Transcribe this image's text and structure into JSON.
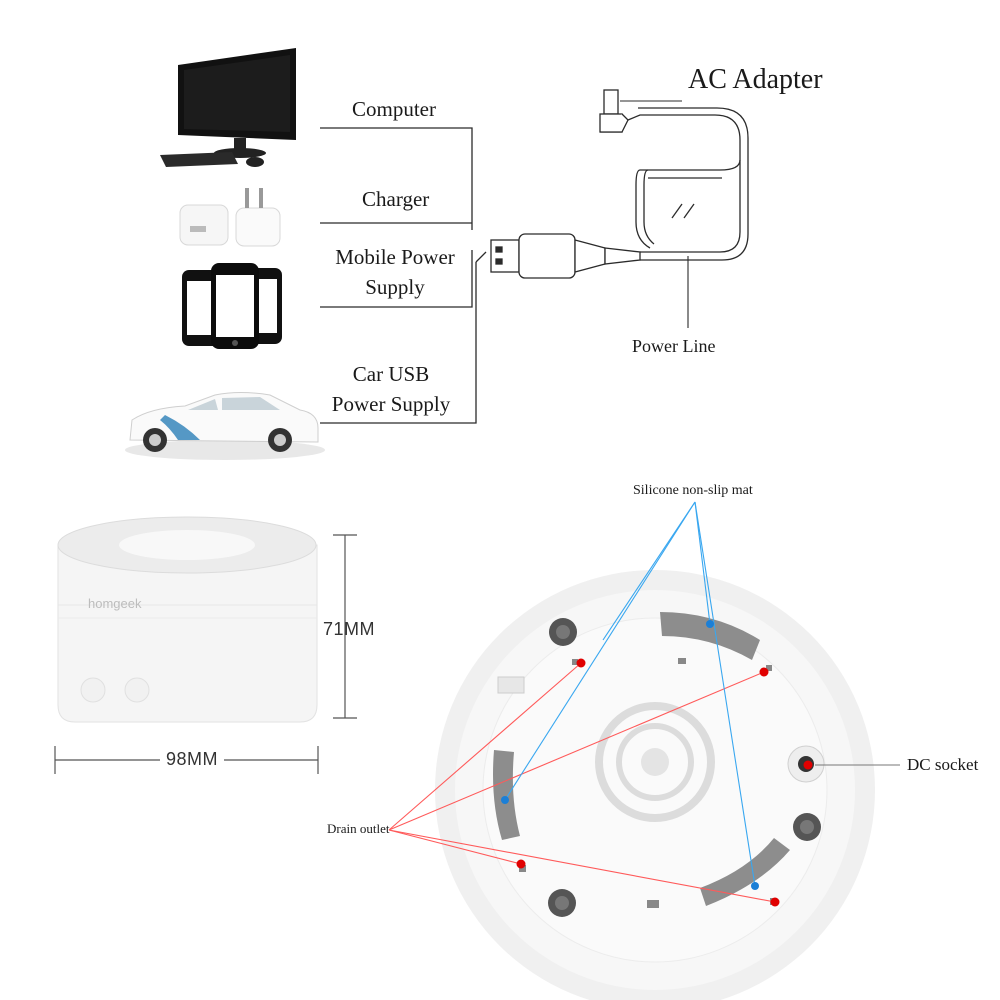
{
  "sources": [
    {
      "label": "Computer",
      "icon": "computer-monitor-icon"
    },
    {
      "label": "Charger",
      "icon": "usb-charger-icon"
    },
    {
      "label_lines": [
        "Mobile Power",
        "Supply"
      ],
      "icon": "smartphones-icon"
    },
    {
      "label_lines": [
        "Car USB",
        "Power Supply"
      ],
      "icon": "car-icon"
    }
  ],
  "cable": {
    "adapter_label": "AC Adapter",
    "power_line_label": "Power Line"
  },
  "dimensions": {
    "height_label": "71MM",
    "width_label": "98MM",
    "brand_text": "homgeek"
  },
  "bottom_view": {
    "silicone_label": "Silicone non-slip mat",
    "drain_label": "Drain outlet",
    "dc_label": "DC socket"
  },
  "colors": {
    "line": "#2b2b2b",
    "drain_line": "#ff5a5a",
    "drain_dot": "#e00000",
    "silicone_line": "#39a7f0",
    "silicone_dot": "#1c7fd6",
    "device_body": "#f4f4f4"
  }
}
